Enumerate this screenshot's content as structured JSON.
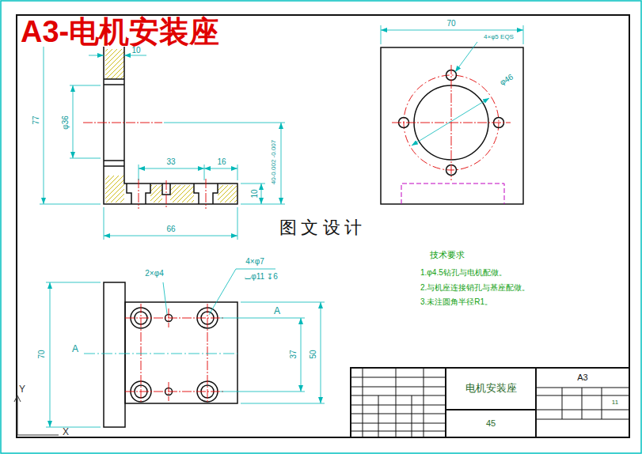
{
  "diagram": {
    "title": "A3-电机安装座",
    "nodes": [
      {
        "text": [
          "电机安装座"
        ]
      },
      {
        "text": [
          "A3"
        ]
      },
      {
        "text": [
          "45"
        ]
      }
    ],
    "labels": [
      "10",
      "77",
      "φ36",
      "33",
      "16",
      "40-0.002 -0.007",
      "10",
      "66",
      "70",
      "4×φ5 EQS",
      "φ46",
      "图 文 设 计",
      "2×φ4",
      "4×φ7",
      "⌴φ11 ↧6",
      "A",
      "A",
      "37",
      "50",
      "70",
      "技术要求",
      "1.φ4.5钻孔与电机配做。",
      "2.与机座连接销孔与基座配做。",
      "3.未注圆角半径R1。",
      "Y",
      "X",
      "11"
    ]
  }
}
